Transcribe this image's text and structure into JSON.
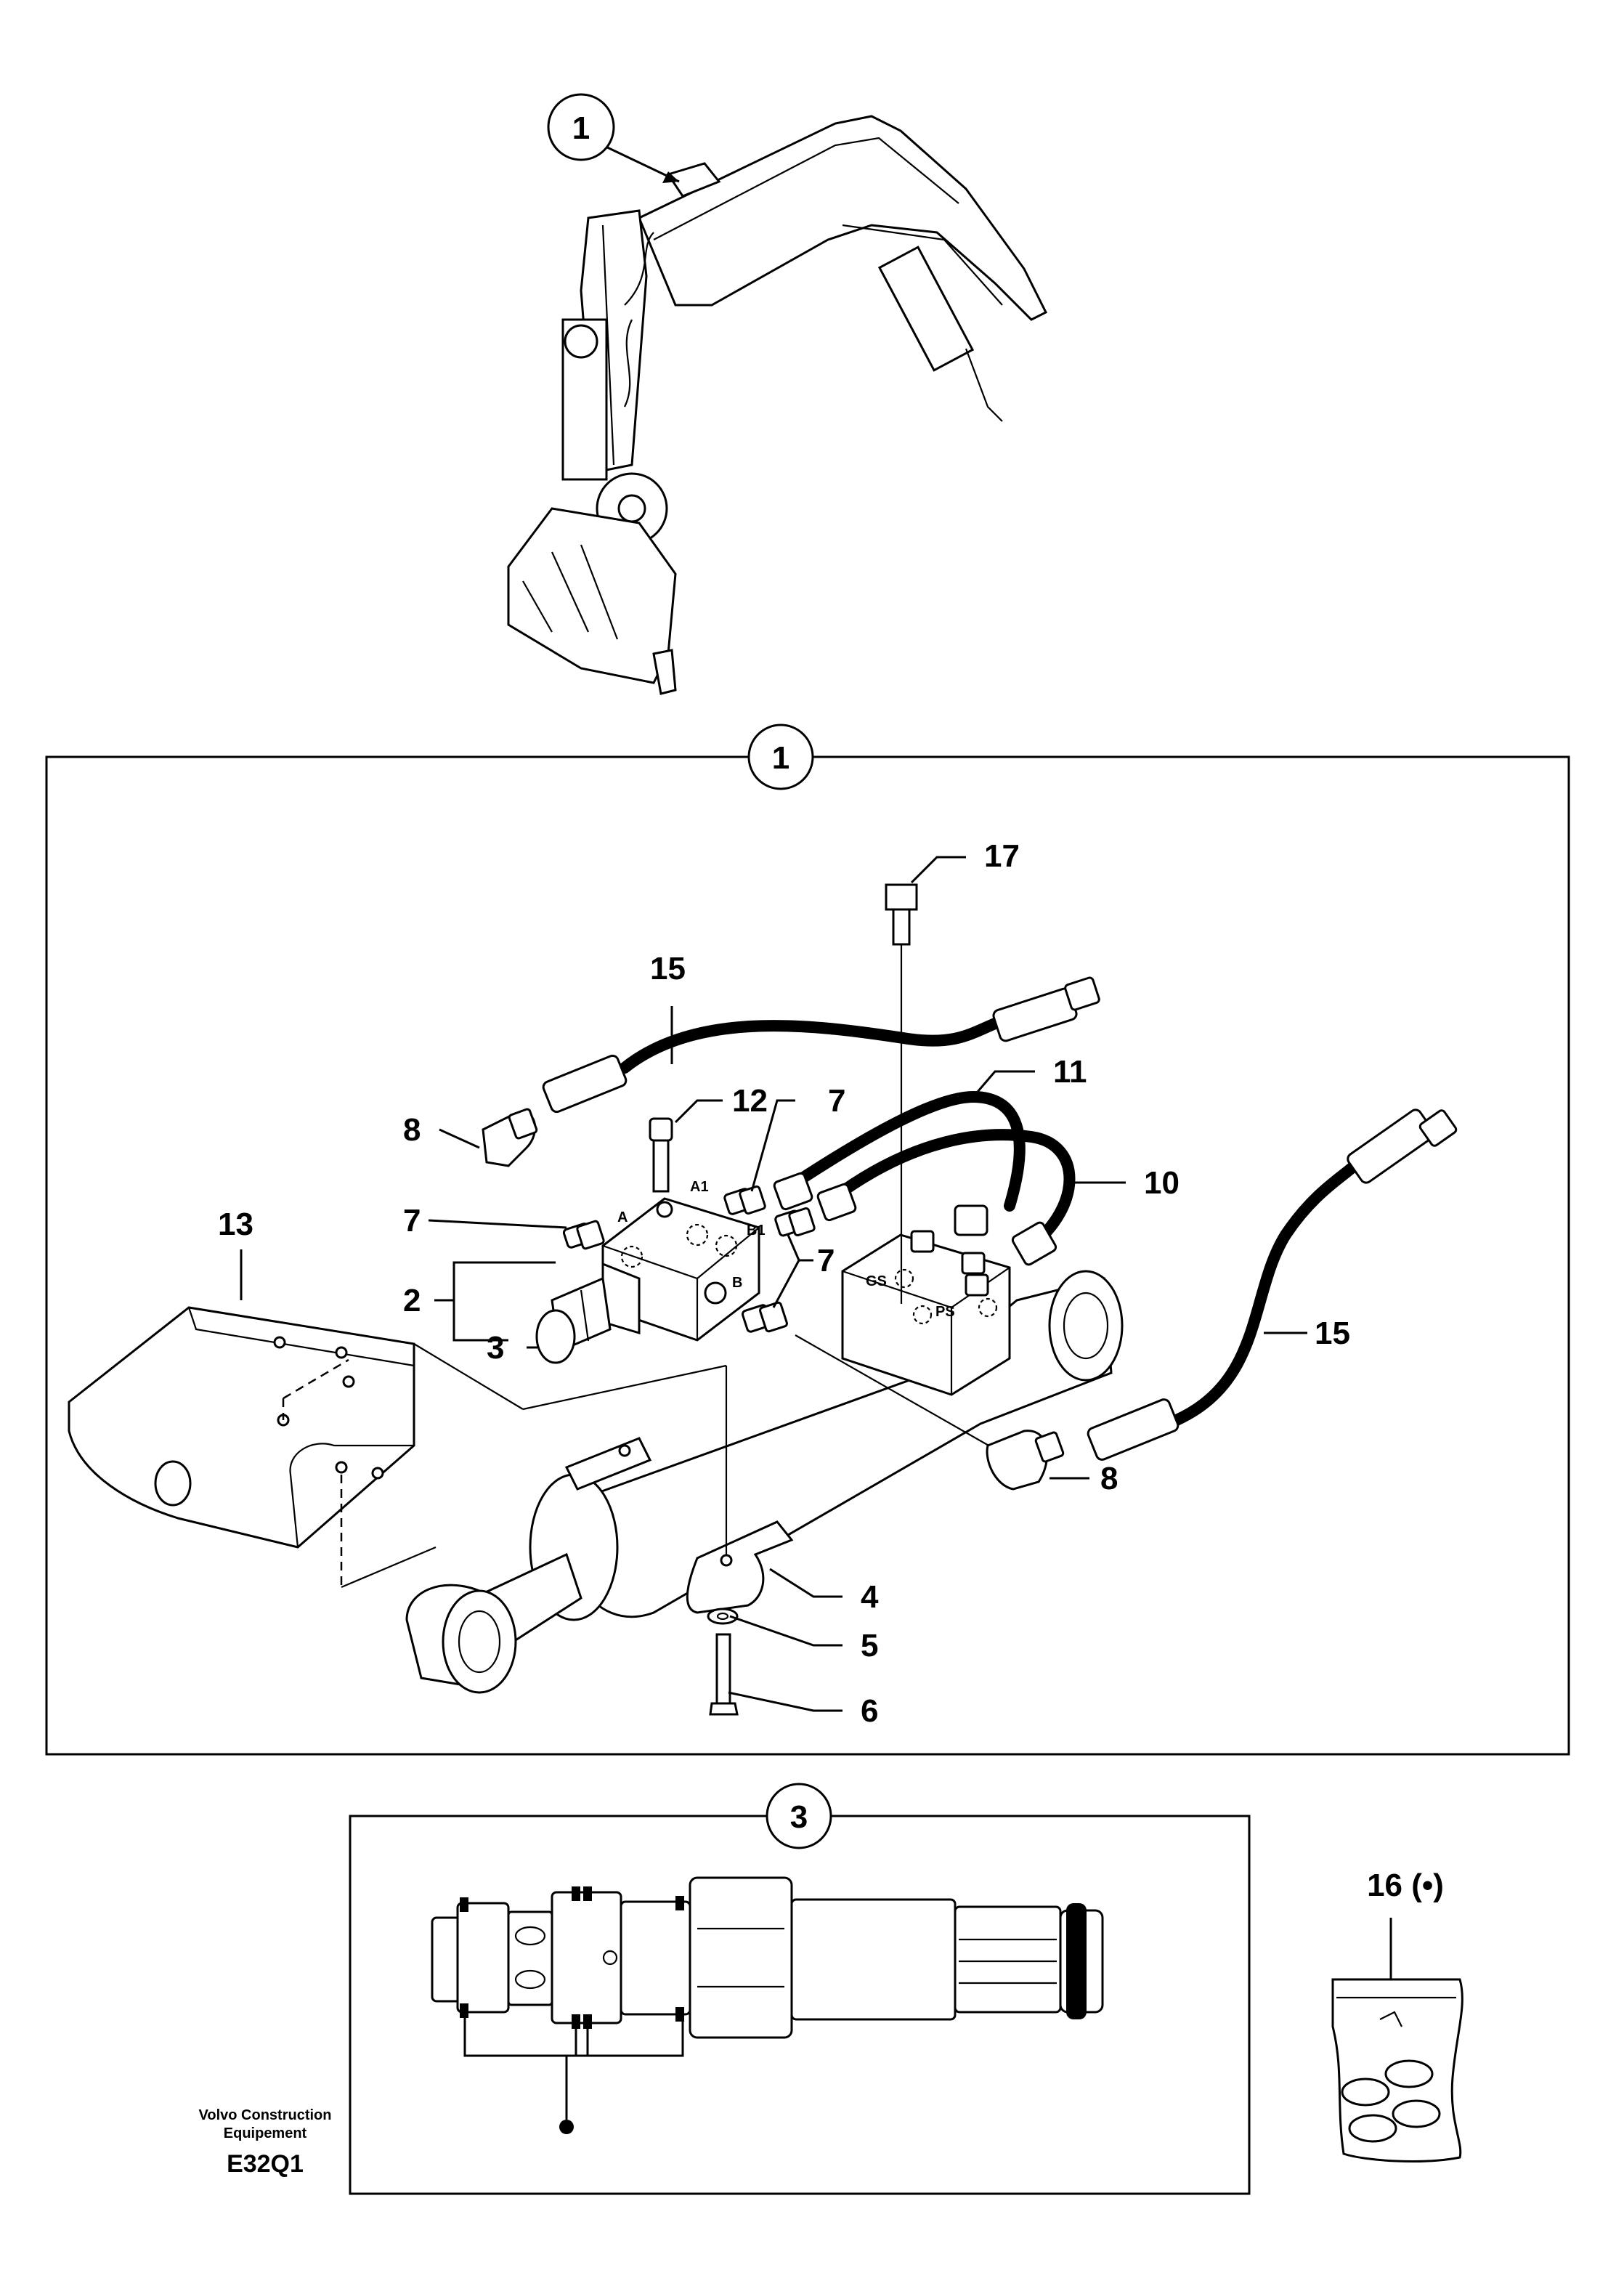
{
  "callouts": {
    "top_ref": "1",
    "frame1_ref": "1",
    "frame3_ref": "3",
    "p17": "17",
    "p15a": "15",
    "p11": "11",
    "p12": "12",
    "p7a": "7",
    "p8a": "8",
    "p10": "10",
    "p7b": "7",
    "p13": "13",
    "p7c": "7",
    "p2": "2",
    "p3": "3",
    "p15b": "15",
    "p8b": "8",
    "p4": "4",
    "p5": "5",
    "p6": "6",
    "p16": "16 (•)"
  },
  "ports": {
    "a": "A",
    "a1": "A1",
    "b1": "B1",
    "b": "B",
    "gs": "GS",
    "ps": "PS"
  },
  "footer": {
    "company_line1": "Volvo Construction",
    "company_line2": "Equipement",
    "code": "E32Q1"
  }
}
